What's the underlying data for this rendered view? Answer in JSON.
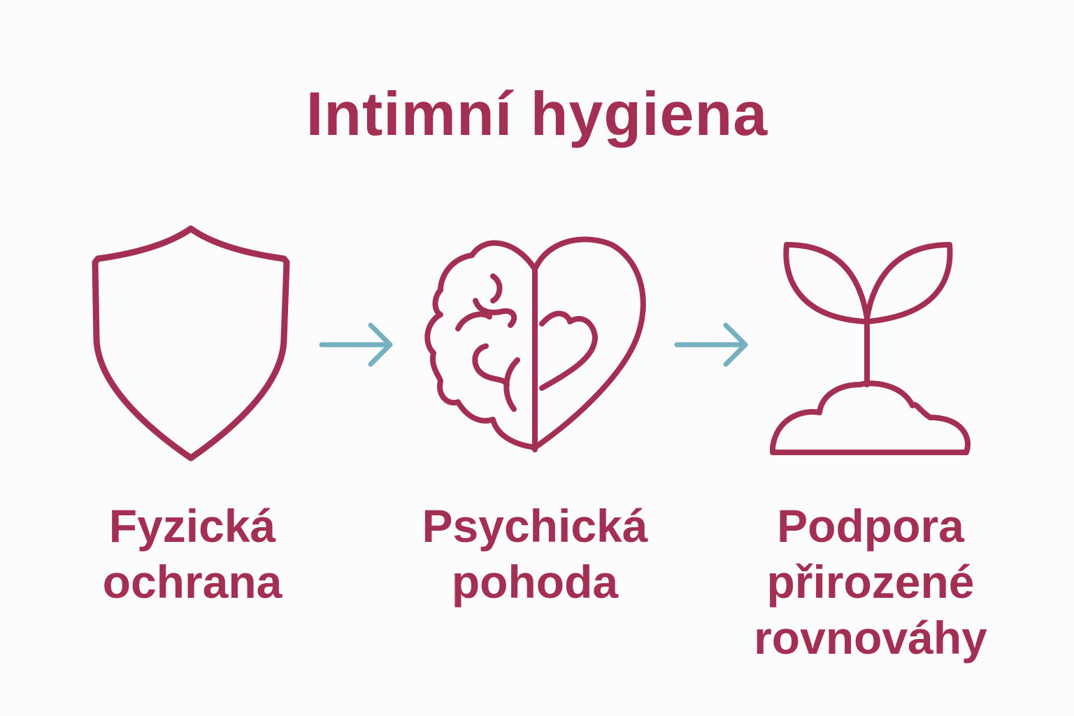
{
  "title": "Intimní hygiena",
  "colors": {
    "primary": "#a32f52",
    "arrow": "#74b0bf",
    "background": "#fdfcfc"
  },
  "steps": [
    {
      "icon": "shield-icon",
      "lines": [
        "Fyzická",
        "ochrana"
      ]
    },
    {
      "icon": "brain-heart-icon",
      "lines": [
        "Psychická",
        "pohoda"
      ]
    },
    {
      "icon": "sprout-icon",
      "lines": [
        "Podpora",
        "přirozené",
        "rovnováhy"
      ]
    }
  ]
}
